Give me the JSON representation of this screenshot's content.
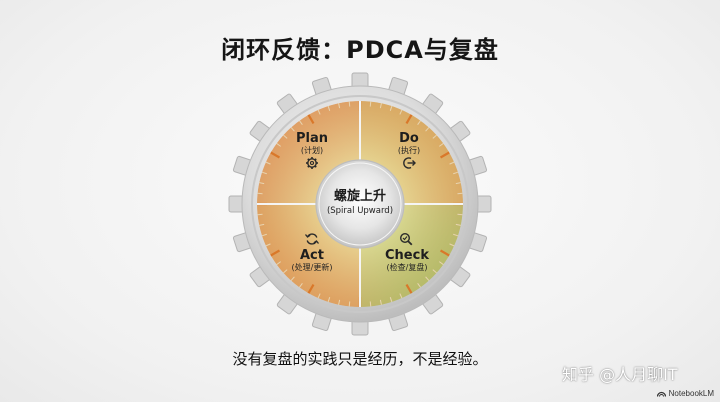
{
  "title": "闭环反馈：PDCA与复盘",
  "quadrants": {
    "plan": {
      "title": "Plan",
      "sub": "(计划)",
      "icon": "gear-icon"
    },
    "do": {
      "title": "Do",
      "sub": "(执行)",
      "icon": "arrow-exit-icon"
    },
    "act": {
      "title": "Act",
      "sub": "(处理/更新)",
      "icon": "refresh-icon"
    },
    "check": {
      "title": "Check",
      "sub": "(检查/复盘)",
      "icon": "magnifier-icon"
    }
  },
  "hub": {
    "title": "螺旋上升",
    "sub": "(Spiral Upward)"
  },
  "caption": "没有复盘的实践只是经历，不是经验。",
  "watermark": "知乎 @人月聊IT",
  "brand": "NotebookLM",
  "colors": {
    "plan": "#e8b070",
    "do": "#e0c070",
    "act": "#c9c060",
    "check": "#b7d070",
    "tick_accent": "#d9782a",
    "gear_metal": "#d4d4d4"
  }
}
